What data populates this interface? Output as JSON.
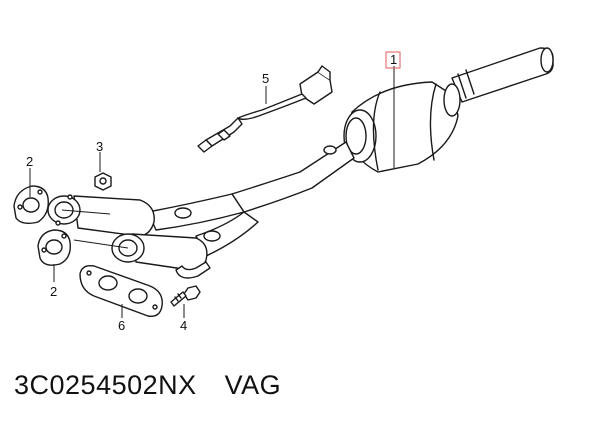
{
  "diagram": {
    "callouts": {
      "c1": "1",
      "c2a": "2",
      "c2b": "2",
      "c3": "3",
      "c4": "4",
      "c5": "5",
      "c6": "6"
    },
    "highlight_color": "#e05a5a",
    "line_color": "#1a1a1a"
  },
  "caption": {
    "part_number": "3C0254502NX",
    "brand": "VAG"
  }
}
